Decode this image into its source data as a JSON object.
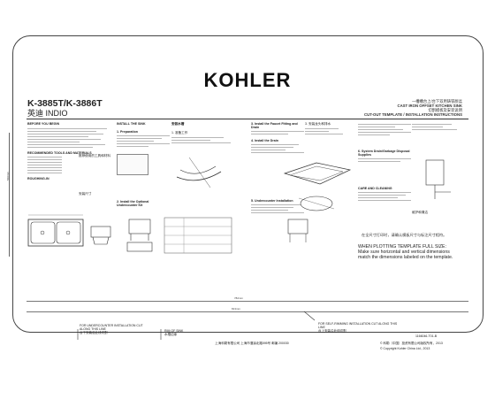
{
  "brand": "KOHLER",
  "model": {
    "numbers": "K-3885T/K-3886T",
    "name_cn": "英迪",
    "name": "INDIO"
  },
  "right_title": {
    "line1": "一槽槽台上/台下双用铸铁厨盆",
    "line2": "CAST IRON OFFSET KITCHEN SINK",
    "line3": "切割模板及安装说明",
    "line4": "CUT-OUT TEMPLATE / INSTALLATION INSTRUCTIONS"
  },
  "sections": {
    "before": "BEFORE YOU BEGIN",
    "tools": "RECOMMENDED TOOLS AND MATERIALS",
    "tools_cn": "推荐使用的工具和材料",
    "roughing": "ROUGHING-IN",
    "roughing_cn": "安装尺寸",
    "install": "INSTALL THE SINK",
    "install_cn": "安装水槽",
    "prep": "1. Preparation",
    "prep_cn": "1. 准备工作",
    "optional": "2. Install the Optional Undercounter Kit",
    "faucet": "3. Install the Faucet Fitting and Drain",
    "faucet_cn": "3. 安装龙头和排水",
    "drain": "4. Install the Drain",
    "undercounter": "5. Undercounter Installation",
    "system": "6. System Drain/Garbage Disposal Supplies",
    "care": "CARE AND CLEANING",
    "care_cn": "维护和清洁"
  },
  "notes": {
    "cn": "在全尺寸打印时，请确认模板尺寸与标注尺寸相符。",
    "en1": "WHEN PLOTTING TEMPLATE FULL SIZE:",
    "en2": "Make sure horizontal and vertical dimensions",
    "en3": "match the dimensions labeled on the template."
  },
  "dimensions": {
    "width_outer": "782mm",
    "width_inner": "813mm",
    "height": "560mm"
  },
  "cut_lines": {
    "undercounter": "FOR UNDERCOUNTER INSTALLATION CUT ALONG THIS LINE",
    "undercounter_cn": "台下安装沿此线切割",
    "rim": "RIM OF SINK",
    "rim_cn": "水槽边缘",
    "self_rimming": "FOR SELF-RIMMING INSTALLATION CUT ALONG THIS LINE",
    "self_rimming_cn": "台上安装沿此线切割"
  },
  "doc_number": "1166046-T01-B",
  "copyright_cn": "© 科勒（中国）投资有限公司版权所有，2013",
  "copyright": "© Copyright Kohler China Ltd., 2013",
  "address": "上海科勒有限公司 上海市漕溪北路595号 邮编 200030"
}
